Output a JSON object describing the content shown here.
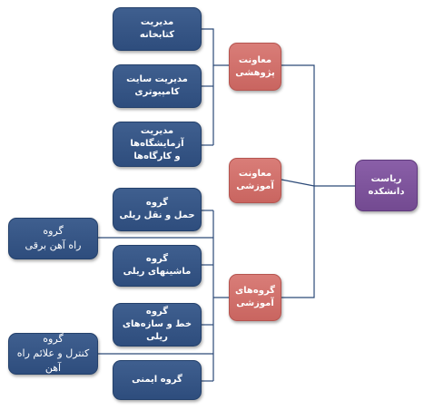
{
  "colors": {
    "blue": "#34548a",
    "red": "#cf6e69",
    "purple": "#7b519a",
    "line": "#2c4a78"
  },
  "nodes": {
    "root": "ریاست\nدانشکده",
    "research_vp": "معاونت\nپژوهشی",
    "education_vp": "معاونت\nآموزشی",
    "departments": "گروه‌های\nآموزشی",
    "library": "مدیریت\nکتابخانه",
    "computer_site": "مدیریت سایت\nکامپیوتری",
    "labs_workshops": "مدیریت آزمایشگاه‌ها\nو کارگاه‌ها",
    "rail_transport": "گروه\nحمل و نقل ریلی",
    "electric_rail": "گروه\nراه آهن برقی",
    "rail_machines": "گروه\nماشینهای ریلی",
    "track_structures": "گروه\nخط و سازه‌های ریلی",
    "control_signal": "گروه\nکنترل و علائم راه آهن",
    "safety": "گروه ایمنی"
  }
}
